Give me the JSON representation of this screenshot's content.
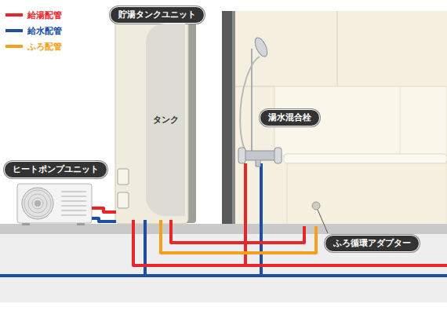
{
  "diagram": {
    "nodes": [
      {
        "text": [
          "貯湯タンクユニット"
        ]
      },
      {
        "text": [
          "タンク"
        ]
      },
      {
        "text": [
          "ヒートポンプユニット"
        ]
      },
      {
        "text": [
          "湯水混合栓"
        ]
      },
      {
        "text": [
          "ふろ循環アダプター"
        ]
      }
    ],
    "legend": [
      {
        "text": "給湯配管",
        "color": "#e8262a"
      },
      {
        "text": "給水配管",
        "color": "#1e4fa3"
      },
      {
        "text": "ふろ配管",
        "color": "#f5a01a"
      }
    ]
  }
}
